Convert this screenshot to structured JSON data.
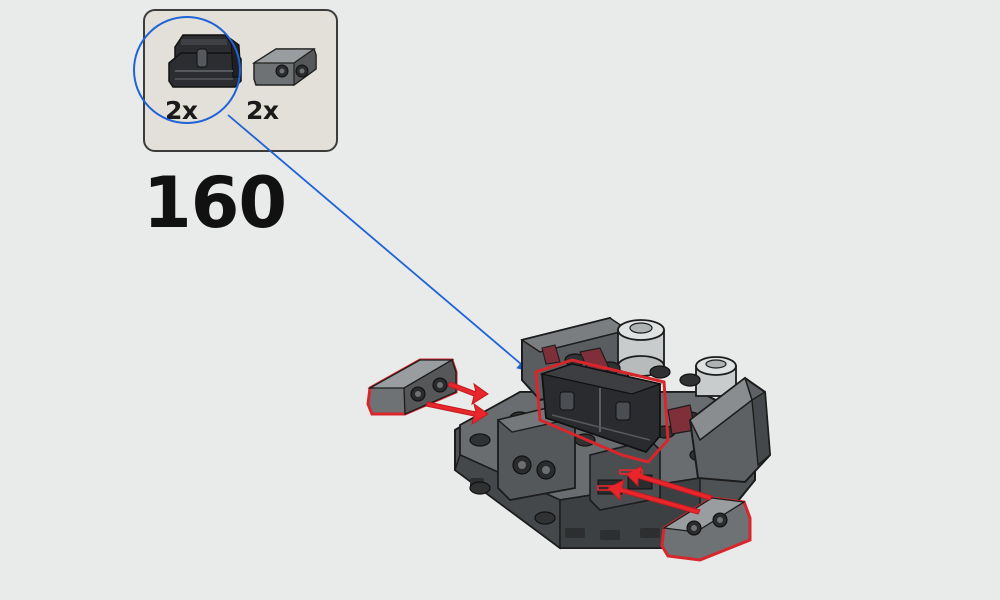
{
  "step": {
    "number": "160"
  },
  "parts": [
    {
      "quantity": "2x",
      "icon": "black-bracket-1x2-icon",
      "color": "#2b2d30"
    },
    {
      "quantity": "2x",
      "icon": "grey-bracket-plate-1x2-icon",
      "color": "#7a7c7e"
    }
  ],
  "colors": {
    "page_background": "#e9ebeb",
    "callout_background": "#e2e0d8",
    "highlight_circle": "#1f63d6",
    "placement_outline": "#d8262b",
    "model_dark_grey": "#5c5f62",
    "model_light_grey": "#c8cccd",
    "model_black": "#2a2b2e"
  }
}
